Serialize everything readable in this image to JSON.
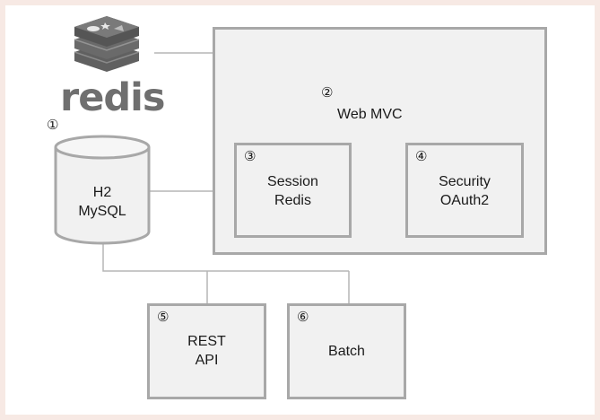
{
  "redis_logo": {
    "wordmark": "redis",
    "icon": "redis-cube-stack-icon"
  },
  "database": {
    "number": "①",
    "label": "H2\nMySQL",
    "icon": "database-cylinder-icon"
  },
  "web_mvc": {
    "number": "②",
    "label": "Web MVC"
  },
  "session": {
    "number": "③",
    "label": "Session\nRedis"
  },
  "security": {
    "number": "④",
    "label": "Security\nOAuth2"
  },
  "rest_api": {
    "number": "⑤",
    "label": "REST\nAPI"
  },
  "batch": {
    "number": "⑥",
    "label": "Batch"
  },
  "colors": {
    "line": "#b5b5b5",
    "box_fill": "#f1f1f1",
    "box_border": "#a8a8a8",
    "background": "#f7e9e4"
  }
}
